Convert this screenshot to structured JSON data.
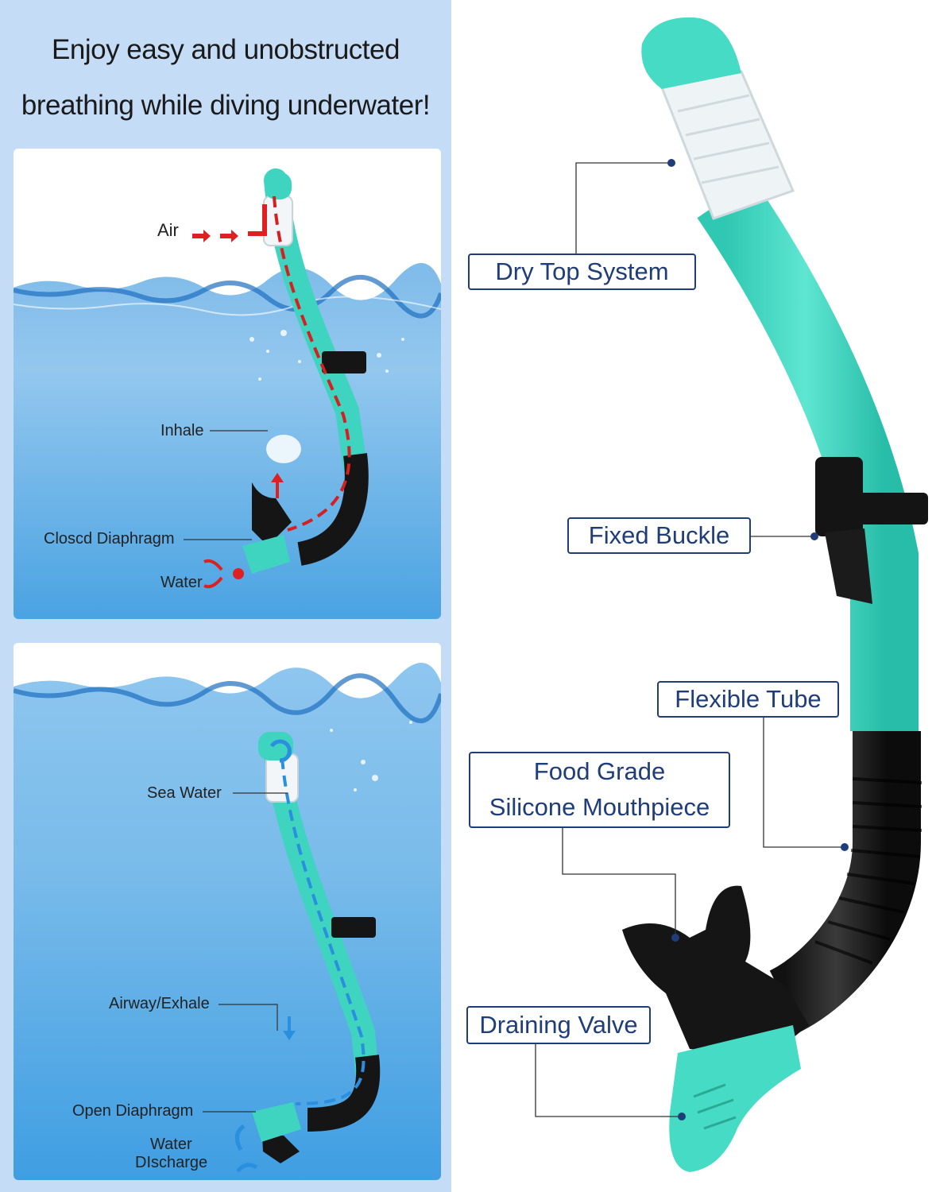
{
  "headline": {
    "line1": "Enjoy easy and unobstructed",
    "line2": "breathing while diving underwater!"
  },
  "panel_inhale": {
    "air": "Air",
    "inhale": "Inhale",
    "closed_diaphragm": "Closcd Diaphragm",
    "water": "Water"
  },
  "panel_exhale": {
    "sea_water": "Sea Water",
    "airway_exhale": "Airway/Exhale",
    "open_diaphragm": "Open Diaphragm",
    "water_discharge_1": "Water",
    "water_discharge_2": "DIscharge"
  },
  "callouts": {
    "dry_top": "Dry Top System",
    "fixed_buckle": "Fixed Buckle",
    "flexible_tube": "Flexible Tube",
    "mouthpiece_1": "Food Grade",
    "mouthpiece_2": "Silicone Mouthpiece",
    "draining_valve": "Draining Valve"
  },
  "colors": {
    "teal": "#45dbc4",
    "accent_navy": "#1f3d78",
    "panel_blue": "#c5dcf7",
    "air_red": "#e02020",
    "water_blue": "#2b8fe0"
  }
}
